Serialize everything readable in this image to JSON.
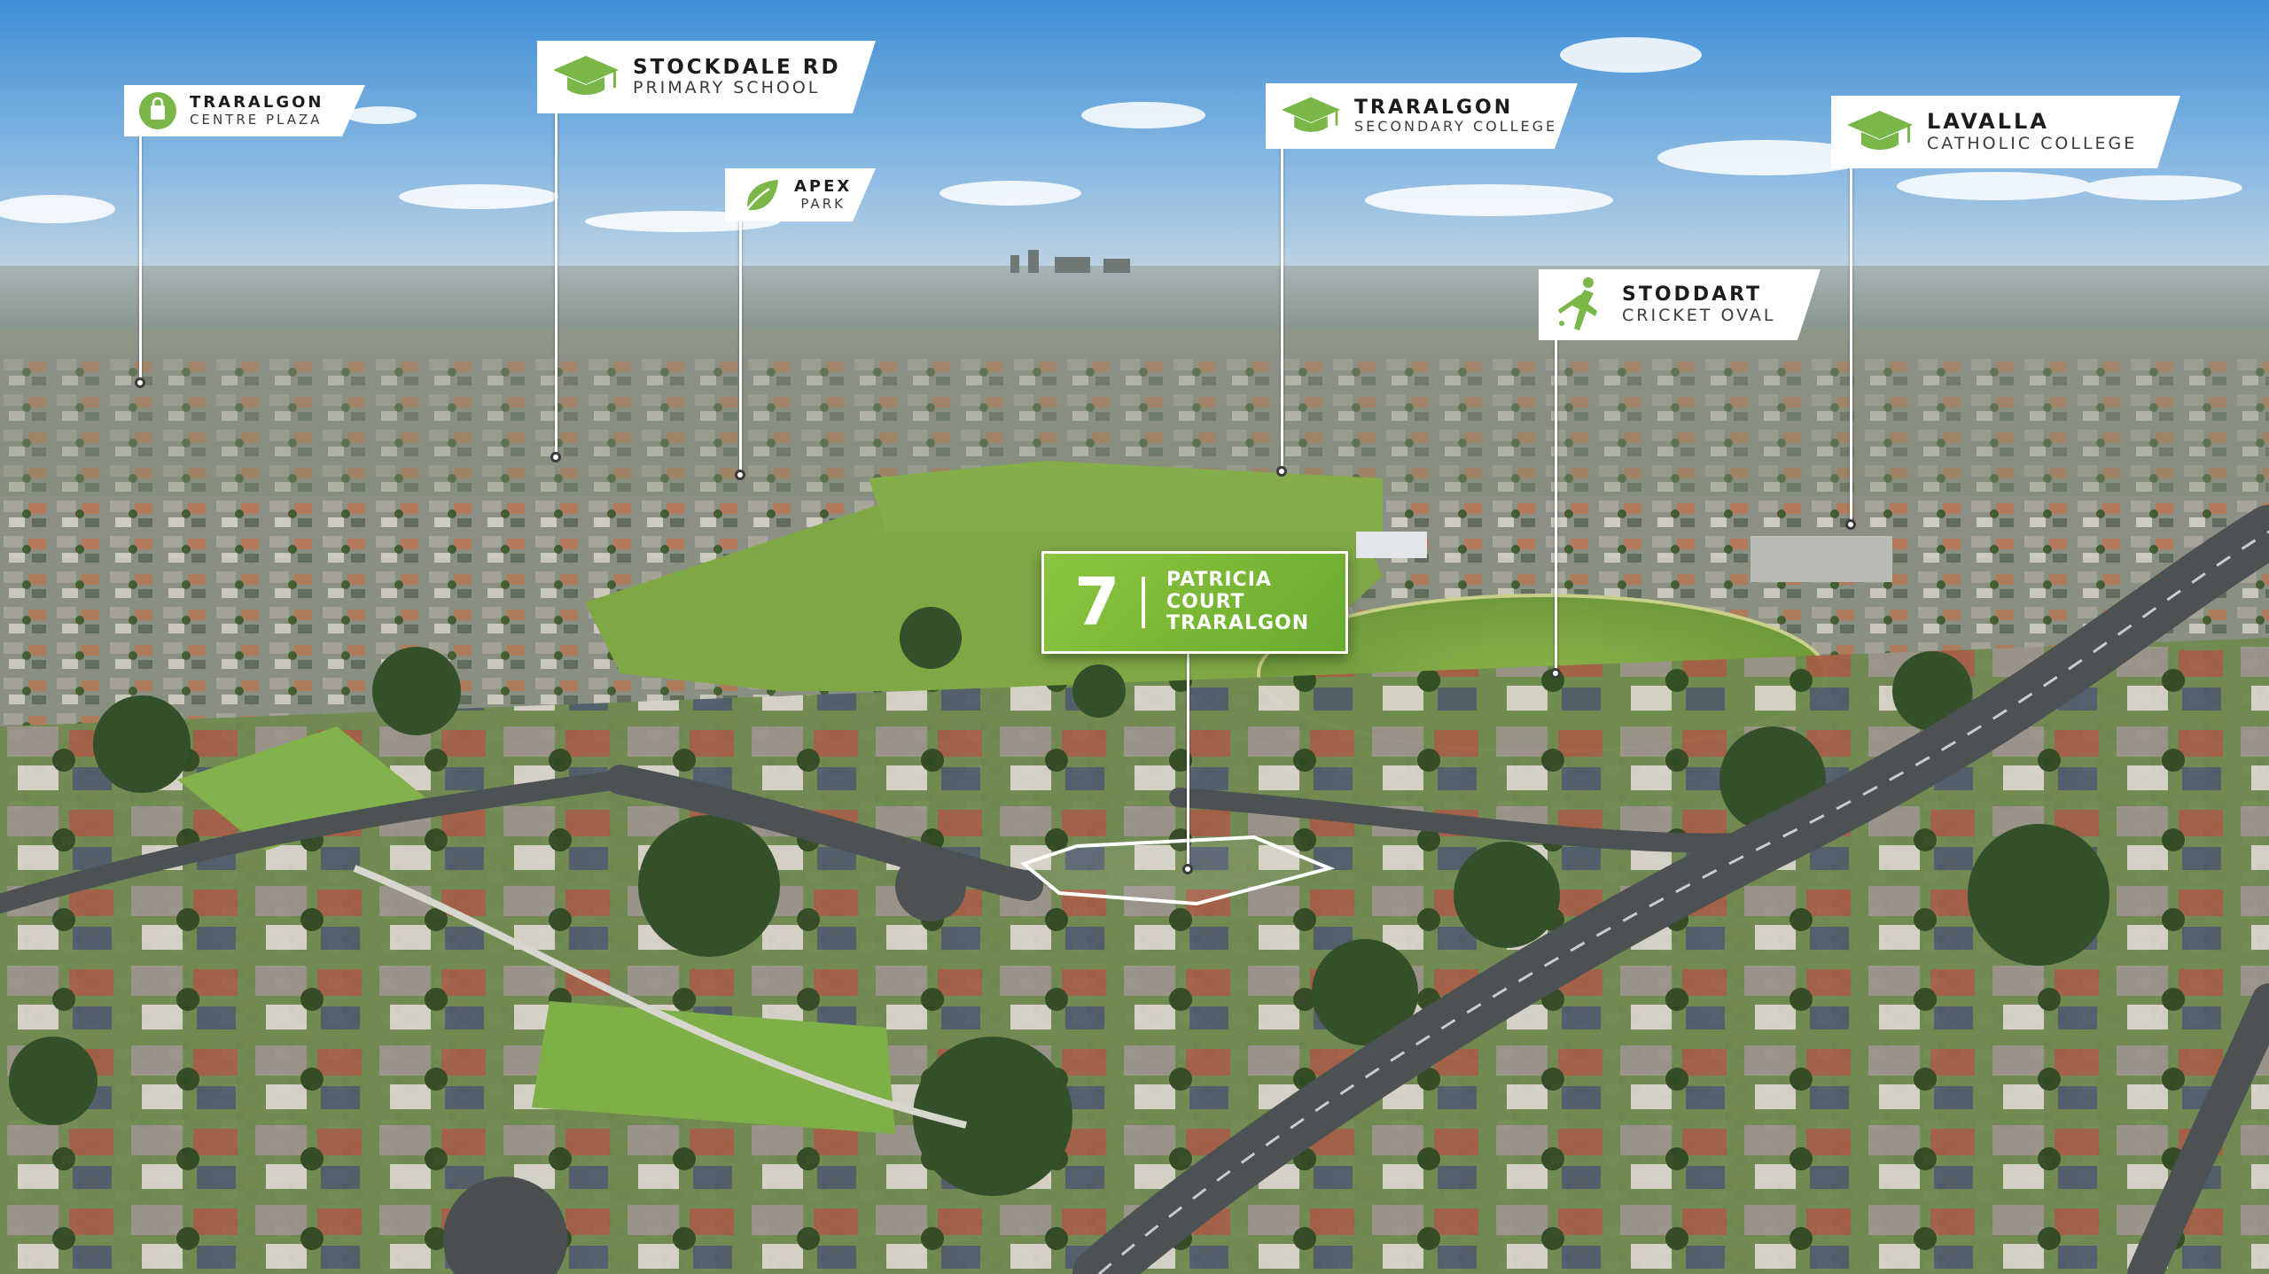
{
  "scene": {
    "description_elements": [
      "sky",
      "town-aerial",
      "sports-ovals",
      "roads",
      "houses",
      "trees"
    ]
  },
  "property": {
    "number": "7",
    "line1": "PATRICIA",
    "line2": "COURT",
    "line3": "TRARALGON",
    "accent": "#8cc63f"
  },
  "callouts": {
    "centre_plaza": {
      "title": "TRARALGON",
      "subtitle": "CENTRE PLAZA",
      "icon": "shopping-bag-icon"
    },
    "stockdale": {
      "title": "STOCKDALE RD",
      "subtitle": "PRIMARY SCHOOL",
      "icon": "graduation-cap-icon"
    },
    "apex": {
      "title": "APEX",
      "subtitle": "PARK",
      "icon": "leaf-icon"
    },
    "secondary": {
      "title": "TRARALGON",
      "subtitle": "SECONDARY COLLEGE",
      "icon": "graduation-cap-icon"
    },
    "lavalla": {
      "title": "LAVALLA",
      "subtitle": "CATHOLIC COLLEGE",
      "icon": "graduation-cap-icon"
    },
    "stoddart": {
      "title": "STODDART",
      "subtitle": "CRICKET OVAL",
      "icon": "cricket-player-icon"
    }
  },
  "colors": {
    "icon_green": "#7ab648",
    "label_bg": "#ffffff",
    "title_text": "#1c1c1c"
  }
}
